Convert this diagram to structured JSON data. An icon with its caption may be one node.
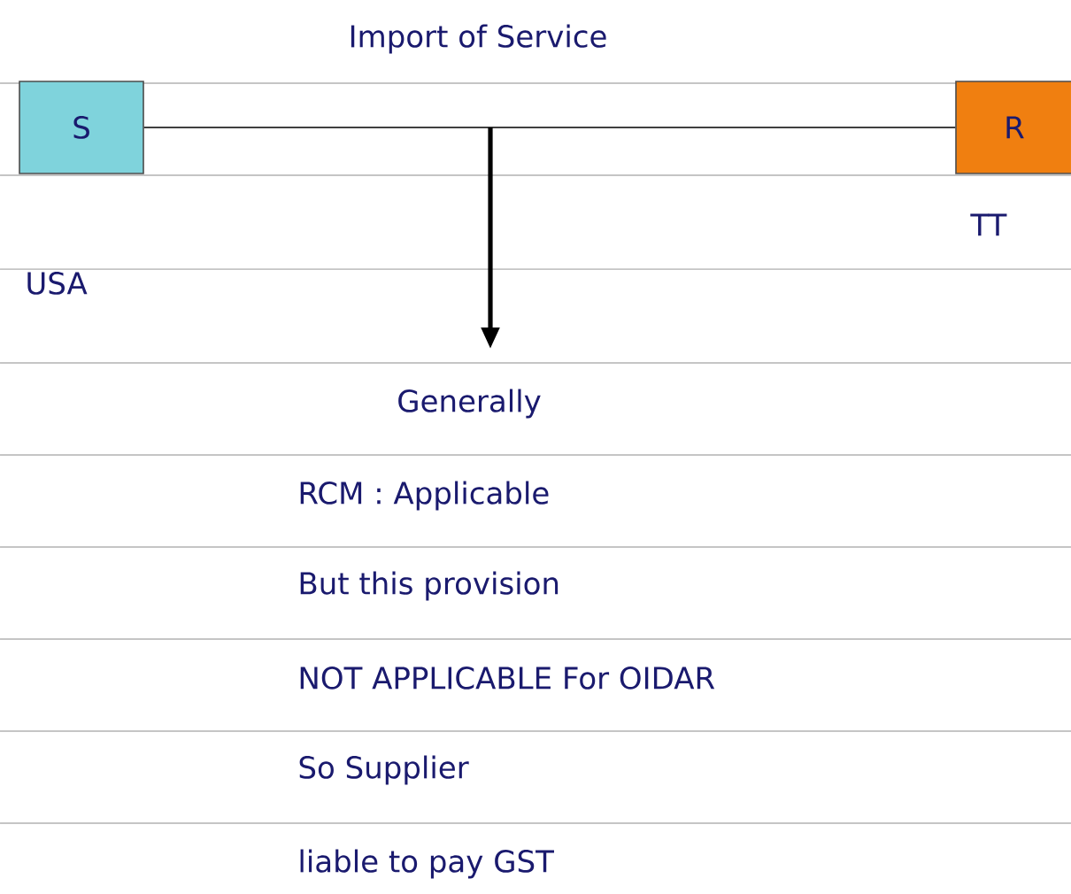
{
  "diagram": {
    "title": "Import of Service",
    "nodes": [
      {
        "text": [
          "S"
        ],
        "beside": [
          "USA"
        ]
      },
      {
        "text": [
          "R"
        ],
        "beside": [
          "TT"
        ]
      },
      {
        "text": [
          "Generally"
        ]
      }
    ],
    "edges": [
      {
        "from": 0,
        "to": 1,
        "arrow": "none"
      },
      {
        "from": null,
        "to": 2,
        "arrow": "to",
        "style": "thick"
      }
    ],
    "labels": [
      "RCM : Applicable",
      "But this provision",
      "NOT APPLICABLE For OIDAR",
      "So Supplier",
      "liable to pay GST"
    ]
  }
}
